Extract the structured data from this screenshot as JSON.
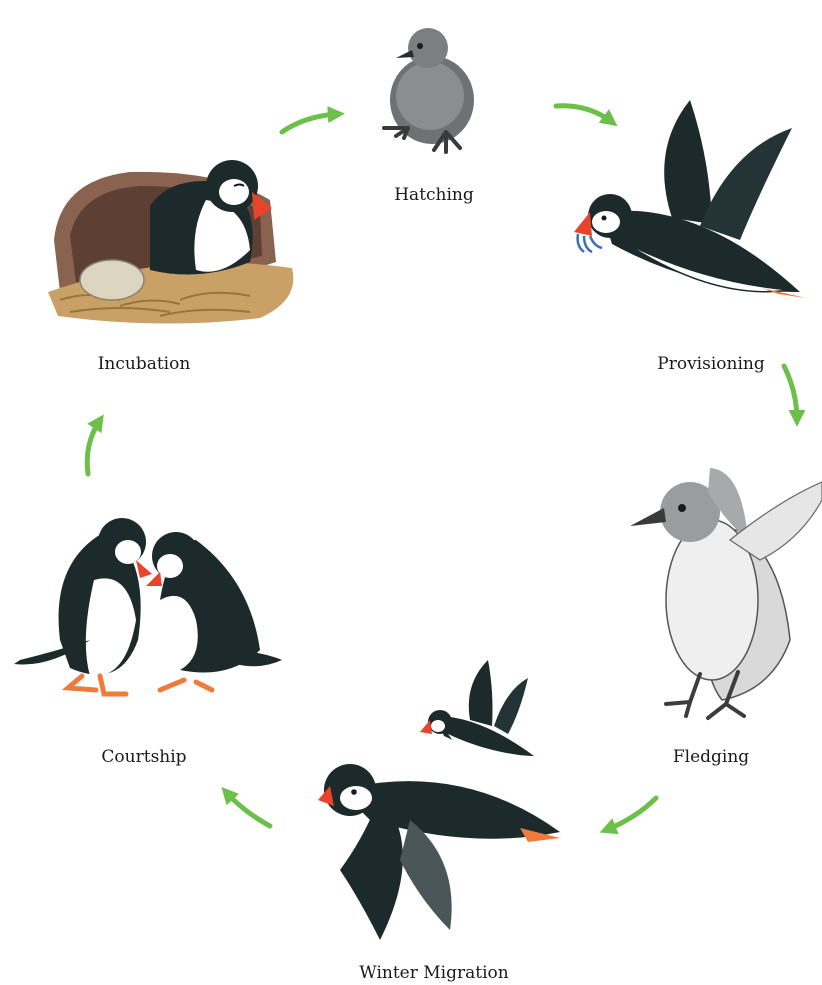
{
  "stages": [
    {
      "id": "hatching",
      "label": "Hatching"
    },
    {
      "id": "provisioning",
      "label": "Provisioning"
    },
    {
      "id": "fledging",
      "label": "Fledging"
    },
    {
      "id": "winter-migration",
      "label": "Winter Migration"
    },
    {
      "id": "courtship",
      "label": "Courtship"
    },
    {
      "id": "incubation",
      "label": "Incubation"
    }
  ],
  "colors": {
    "arrow": "#6cc04a",
    "plumage": "#1c2a2c",
    "belly": "#ffffff",
    "bill": "#e8442a",
    "feet": "#ef7a3a",
    "chick": "#6f7275",
    "nest": "#c9a066",
    "burrow": "#8a6250",
    "egg": "#dcd5c0"
  },
  "icons": [
    "chick-icon",
    "flying-puffin-icon",
    "juvenile-puffin-icon",
    "migrating-puffin-icon",
    "courting-puffins-icon",
    "nesting-puffin-icon",
    "cycle-arrow-icon"
  ]
}
